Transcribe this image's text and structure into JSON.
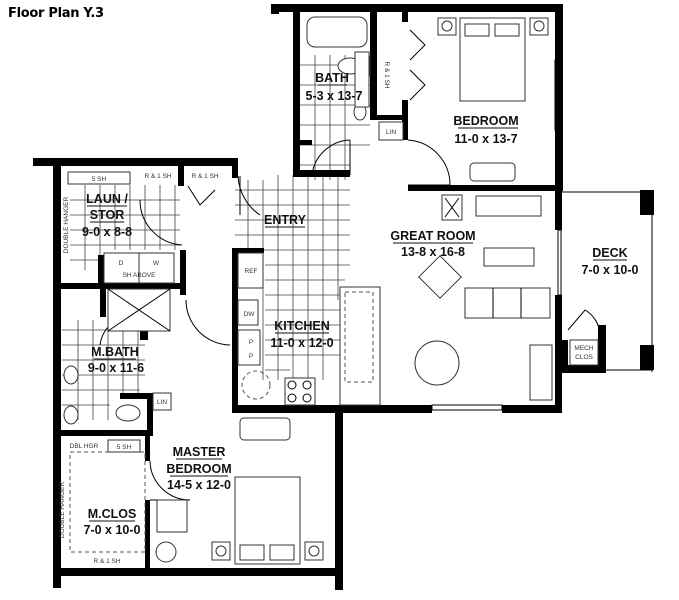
{
  "title": "Floor Plan Y.3",
  "rooms": {
    "bath": {
      "name": "BATH",
      "dims": "5-3 x 13-7"
    },
    "bedroom": {
      "name": "BEDROOM",
      "dims": "11-0 x 13-7"
    },
    "laundry": {
      "name_line1": "LAUN /",
      "name_line2": "STOR",
      "dims": "9-0 x 8-8"
    },
    "entry": {
      "name": "ENTRY"
    },
    "great_room": {
      "name": "GREAT ROOM",
      "dims": "13-8 x 16-8"
    },
    "deck": {
      "name": "DECK",
      "dims": "7-0 x 10-0"
    },
    "kitchen": {
      "name": "KITCHEN",
      "dims": "11-0 x 12-0"
    },
    "master_bath": {
      "name": "M.BATH",
      "dims": "9-0 x 11-6"
    },
    "master_bedroom": {
      "name_line1": "MASTER",
      "name_line2": "BEDROOM",
      "dims": "14-5 x 12-0"
    },
    "master_closet": {
      "name": "M.CLOS",
      "dims": "7-0 x 10-0"
    }
  },
  "annotations": {
    "lin_upper": "LIN",
    "lin_lower": "LIN",
    "rsh_bedroom_closet": "R & 1 SH",
    "laundry_5sh": "5 SH",
    "laundry_rsh": "R & 1 SH",
    "entry_rsh": "R & 1 SH",
    "double_hanger_laundry": "DOUBLE HANGER",
    "dryer": "D",
    "washer": "W",
    "sh_above": "SH ABOVE",
    "ref": "REF",
    "dw": "DW",
    "sink_p1": "P",
    "sink_p2": "P",
    "mech_line1": "MECH",
    "mech_line2": "CLOS",
    "dbl_hgr": "DBL HGR",
    "closet_5sh": "5 SH",
    "double_hanger_closet": "DOUBLE HANGER",
    "closet_rsh": "R & 1 SH"
  }
}
